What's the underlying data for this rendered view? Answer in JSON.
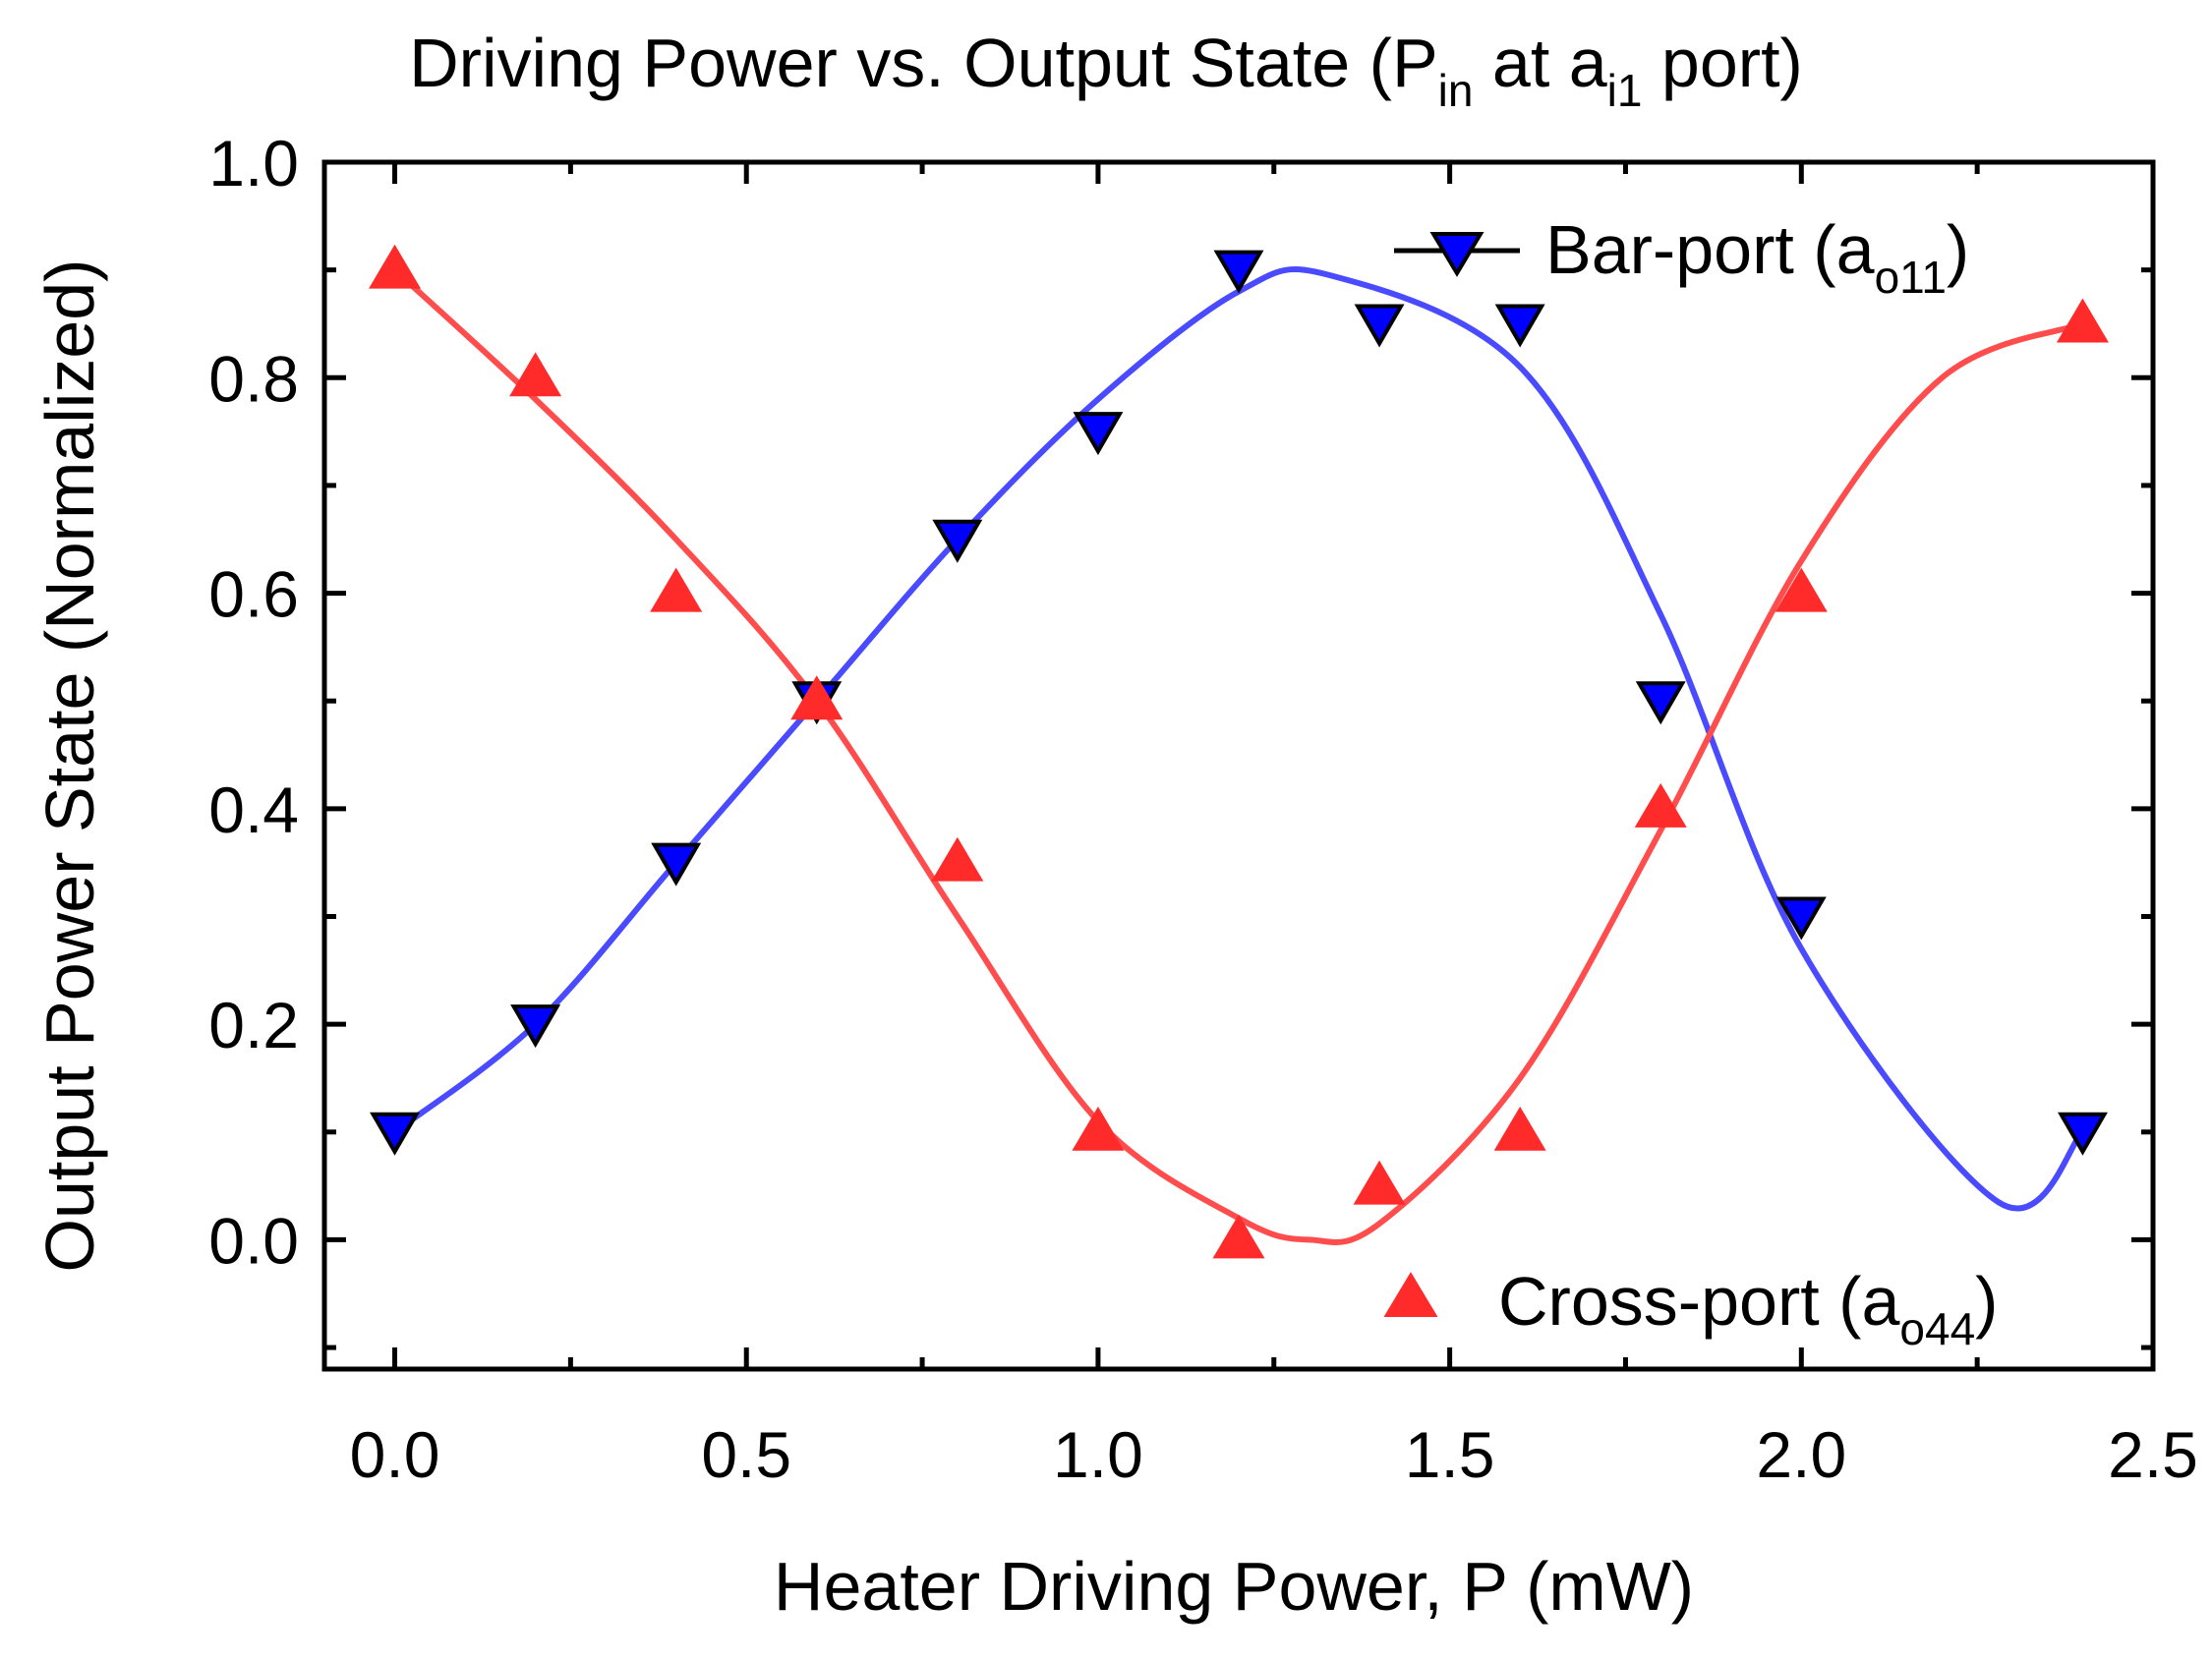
{
  "chart_data": {
    "type": "scatter",
    "title": {
      "main": "Driving Power vs. Output State (P",
      "sub1": "in",
      "mid": " at a",
      "sub2": "i1",
      "end": " port)"
    },
    "xlabel": "Heater Driving Power, P (mW)",
    "ylabel": "Output Power State (Normalized)",
    "xlim": [
      -0.1,
      2.5
    ],
    "ylim": [
      -0.12,
      1.0
    ],
    "x_ticks": [
      "0.0",
      "0.5",
      "1.0",
      "1.5",
      "2.0",
      "2.5"
    ],
    "x_tick_values": [
      0,
      0.5,
      1.0,
      1.5,
      2.0,
      2.5
    ],
    "y_ticks": [
      "0.0",
      "0.2",
      "0.4",
      "0.6",
      "0.8",
      "1.0"
    ],
    "y_tick_values": [
      0,
      0.2,
      0.4,
      0.6,
      0.8,
      1.0
    ],
    "grid": false,
    "legend_placement": "top-right / bottom-right",
    "series": [
      {
        "name": "Bar-port (a",
        "name_sub": "o11",
        "name_end": ")",
        "marker": "triangle-down",
        "color": "#0000ff",
        "fit_color": "#4a4aff",
        "x": [
          0,
          0.2,
          0.4,
          0.6,
          0.8,
          1.0,
          1.2,
          1.4,
          1.6,
          1.8,
          2.0,
          2.4
        ],
        "y": [
          0.1,
          0.2,
          0.35,
          0.5,
          0.65,
          0.75,
          0.9,
          0.85,
          0.85,
          0.5,
          0.3,
          0.1
        ],
        "fit_x": [
          0,
          0.2,
          0.4,
          0.6,
          0.8,
          1.0,
          1.2,
          1.33,
          1.6,
          1.8,
          2.0,
          2.28,
          2.4
        ],
        "fit_y": [
          0.1,
          0.2,
          0.35,
          0.5,
          0.65,
          0.78,
          0.88,
          0.895,
          0.81,
          0.58,
          0.27,
          0.035,
          0.1
        ]
      },
      {
        "name": "Cross-port (a",
        "name_sub": "o44",
        "name_end": ")",
        "marker": "triangle-up",
        "color": "#ff2a2a",
        "fit_color": "#ff4d4d",
        "x": [
          0,
          0.2,
          0.4,
          0.6,
          0.8,
          1.0,
          1.2,
          1.4,
          1.6,
          1.8,
          2.0,
          2.4
        ],
        "y": [
          0.9,
          0.8,
          0.6,
          0.5,
          0.35,
          0.1,
          0.0,
          0.05,
          0.1,
          0.4,
          0.6,
          0.85
        ],
        "fit_x": [
          0,
          0.2,
          0.4,
          0.6,
          0.8,
          1.0,
          1.2,
          1.3,
          1.4,
          1.6,
          1.8,
          2.0,
          2.2,
          2.4
        ],
        "fit_y": [
          0.9,
          0.78,
          0.65,
          0.5,
          0.3,
          0.11,
          0.02,
          0.0,
          0.015,
          0.15,
          0.38,
          0.63,
          0.8,
          0.85
        ]
      }
    ]
  }
}
